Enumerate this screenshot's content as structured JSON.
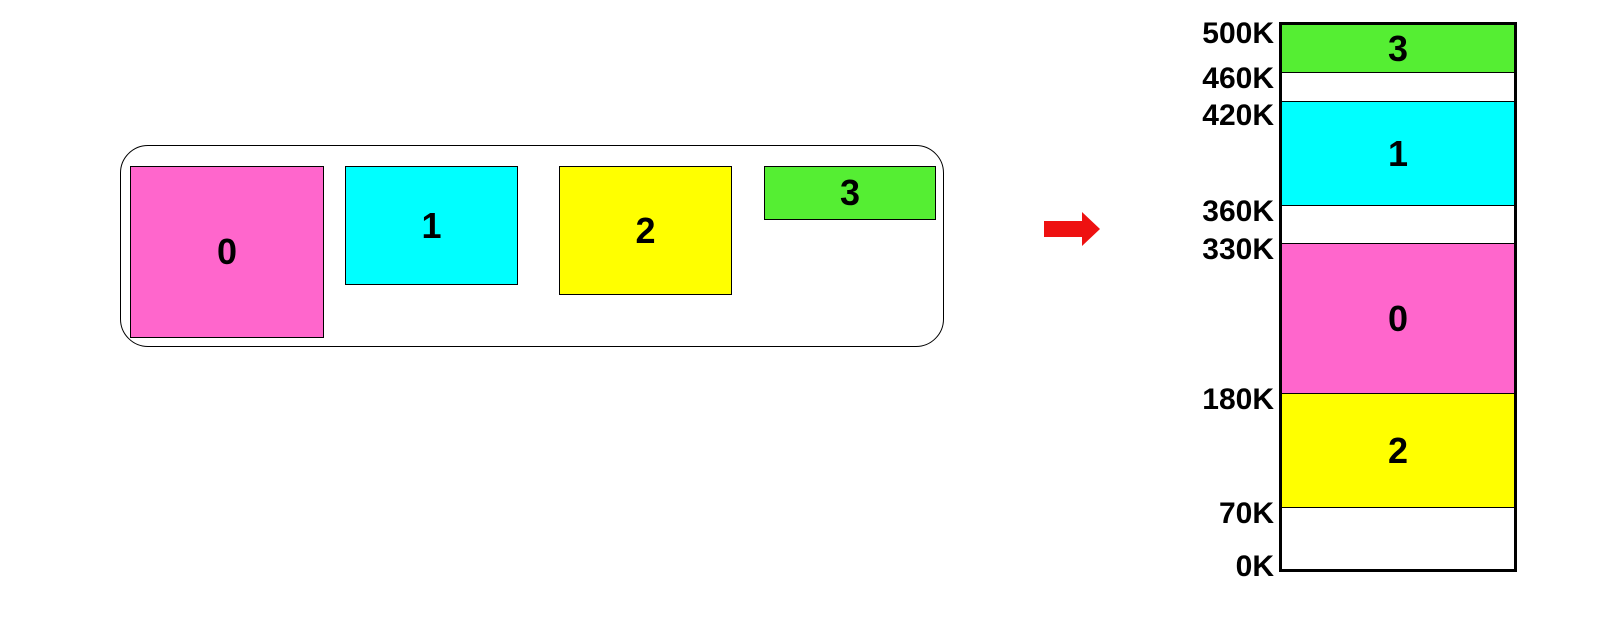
{
  "queue": {
    "processes": [
      {
        "label": "0",
        "color": "#ff66cc"
      },
      {
        "label": "1",
        "color": "#00ffff"
      },
      {
        "label": "2",
        "color": "#ffff00"
      },
      {
        "label": "3",
        "color": "#55ee33"
      }
    ]
  },
  "arrow": {
    "color": "#ee1111"
  },
  "memory": {
    "address_labels": [
      "500K",
      "460K",
      "420K",
      "360K",
      "330K",
      "180K",
      "70K",
      "0K"
    ],
    "segments": [
      {
        "label": "3",
        "color": "#55ee33"
      },
      {
        "label": "",
        "color": "#ffffff"
      },
      {
        "label": "1",
        "color": "#00ffff"
      },
      {
        "label": "",
        "color": "#ffffff"
      },
      {
        "label": "0",
        "color": "#ff66cc"
      },
      {
        "label": "2",
        "color": "#ffff00"
      },
      {
        "label": "",
        "color": "#ffffff"
      }
    ]
  }
}
